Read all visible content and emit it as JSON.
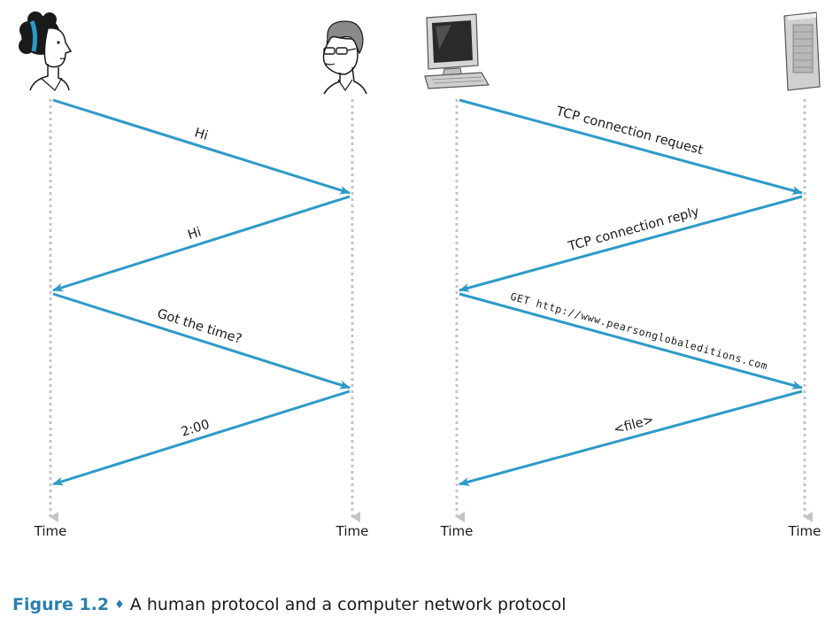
{
  "colors": {
    "arrow": "#2e9ac8",
    "timeline": "#c8c8c8",
    "caption_accent": "#2a7fb0"
  },
  "icons": [
    "woman-person-icon",
    "man-person-icon",
    "desktop-computer-icon",
    "server-tower-icon"
  ],
  "timelines": [
    {
      "label": "Time"
    },
    {
      "label": "Time"
    },
    {
      "label": "Time"
    },
    {
      "label": "Time"
    }
  ],
  "human_messages": [
    {
      "label": "Hi"
    },
    {
      "label": "Hi"
    },
    {
      "label": "Got the time?"
    },
    {
      "label": "2:00"
    }
  ],
  "network_messages": [
    {
      "label": "TCP connection request"
    },
    {
      "label": "TCP connection reply"
    },
    {
      "label": "GET http://www.pearsonglobaleditions.com"
    },
    {
      "label": "<file>"
    }
  ],
  "caption": {
    "figure": "Figure 1.2",
    "separator": "♦",
    "text": "A human protocol and a computer network protocol"
  }
}
